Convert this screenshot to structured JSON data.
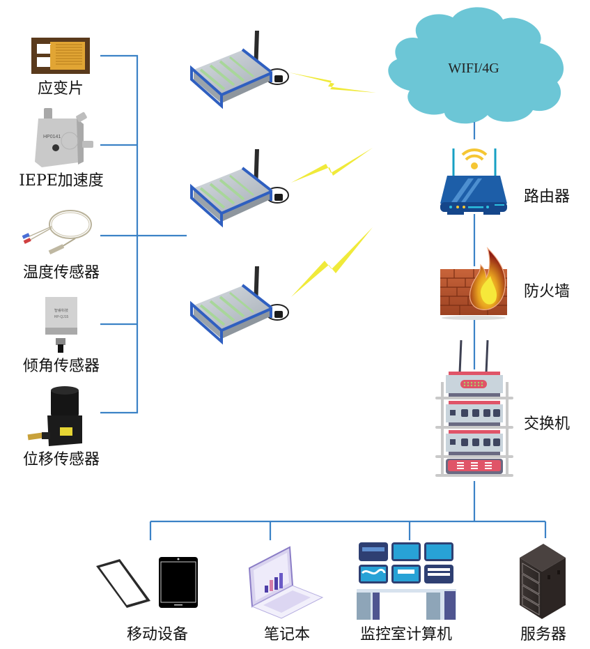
{
  "diagram": {
    "type": "network-topology",
    "colors": {
      "connector": "#3b82c6",
      "cloud": "#6cc6d6",
      "lightning": "#f0ea3a",
      "gateway_body": "#b8bfc6",
      "gateway_frame": "#2f5fc0",
      "router": "#1d5ea8",
      "firewall_brick": "#b8542a",
      "switch_red": "#e05468"
    },
    "sensors": [
      {
        "id": "strain-gauge",
        "label": "应变片"
      },
      {
        "id": "iepe-accelerometer",
        "label": "IEPE加速度",
        "model": "HP0141"
      },
      {
        "id": "temperature-sensor",
        "label": "温度传感器"
      },
      {
        "id": "tilt-sensor",
        "label": "倾角传感器",
        "model": "HP-QJ15"
      },
      {
        "id": "displacement-sensor",
        "label": "位移传感器"
      }
    ],
    "gateways": [
      {
        "id": "gateway-1"
      },
      {
        "id": "gateway-2"
      },
      {
        "id": "gateway-3"
      }
    ],
    "network": {
      "cloud": {
        "label": "WIFI/4G"
      },
      "router": {
        "label": "路由器"
      },
      "firewall": {
        "label": "防火墙"
      },
      "switch": {
        "label": "交换机"
      }
    },
    "endpoints": [
      {
        "id": "mobile",
        "label": "移动设备"
      },
      {
        "id": "laptop",
        "label": "笔记本"
      },
      {
        "id": "monitoring-room",
        "label": "监控室计算机"
      },
      {
        "id": "server",
        "label": "服务器"
      }
    ]
  }
}
